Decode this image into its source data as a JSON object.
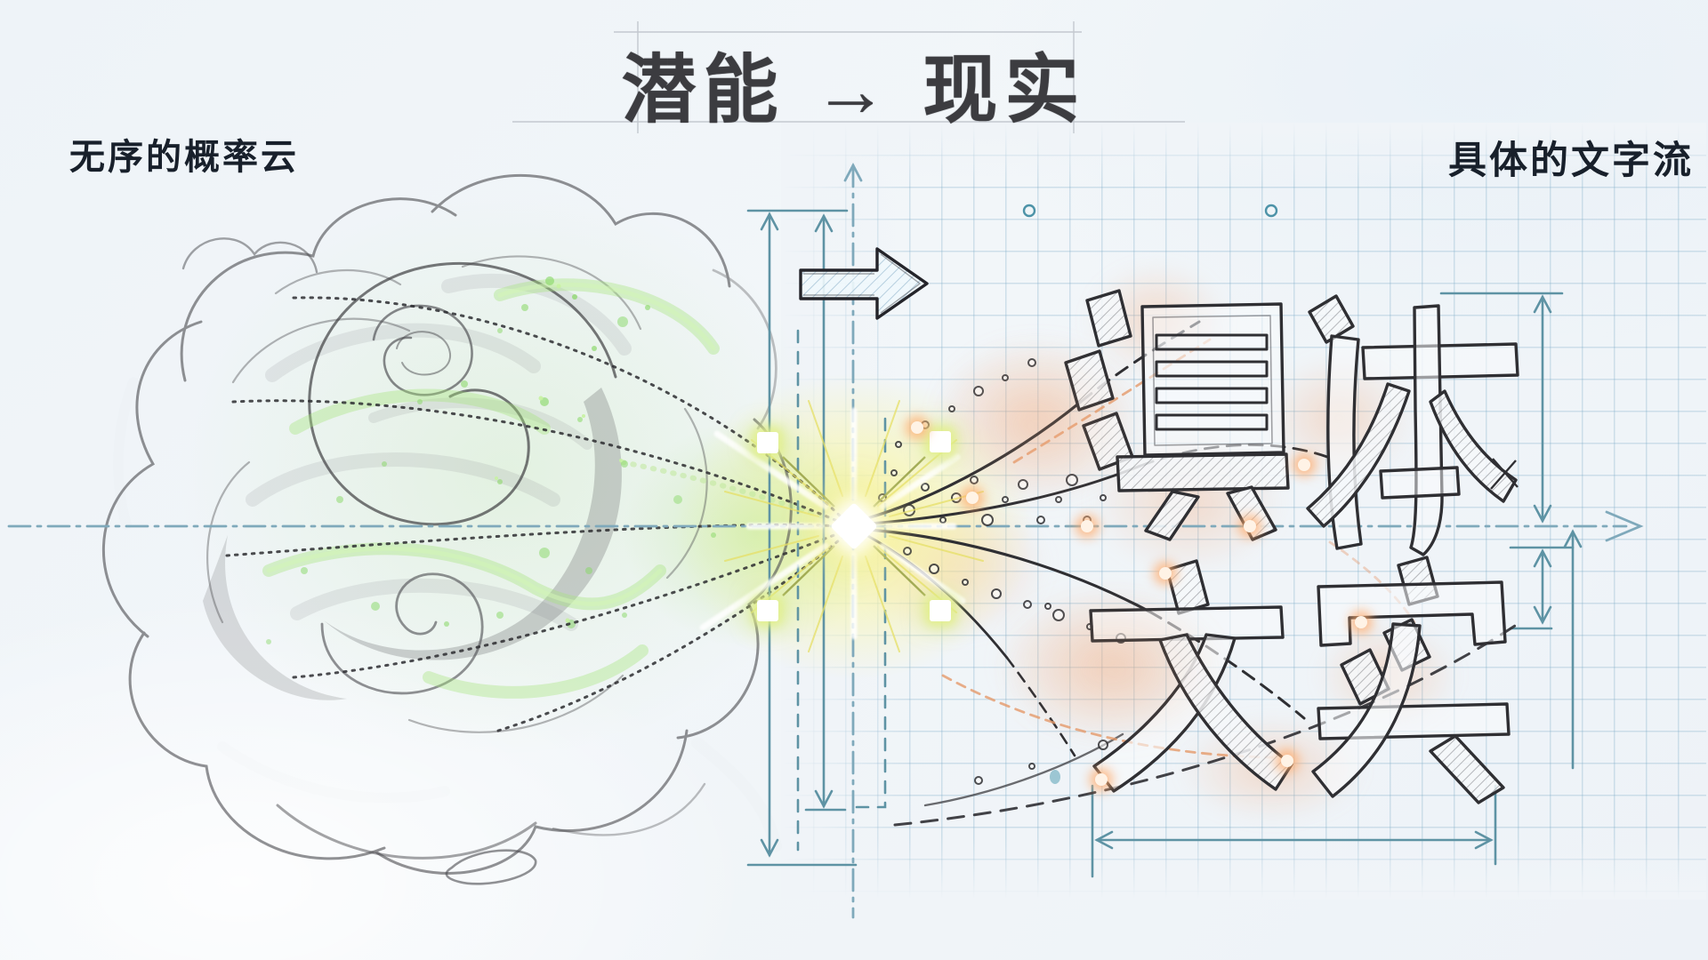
{
  "header": {
    "title": "潜能 → 现实",
    "left_label": "无序的概率云",
    "right_label": "具体的文字流"
  },
  "sketch": {
    "top_row_characters": "具体",
    "bottom_row_characters": "文实"
  },
  "icons": {
    "flow_arrow": "right-arrow",
    "node_marker": "square-node",
    "burst": "diamond-spark"
  },
  "colors": {
    "background": "#f0f4f8",
    "pencil_dark": "#3c3c40",
    "label_ink": "#18202b",
    "dimension_teal": "#5e93a4",
    "grid_blue": "#7aaac6",
    "glow_green": "#8fdc6e",
    "burst_yellow": "#f4ef9e",
    "stream_orange": "#eda273"
  }
}
